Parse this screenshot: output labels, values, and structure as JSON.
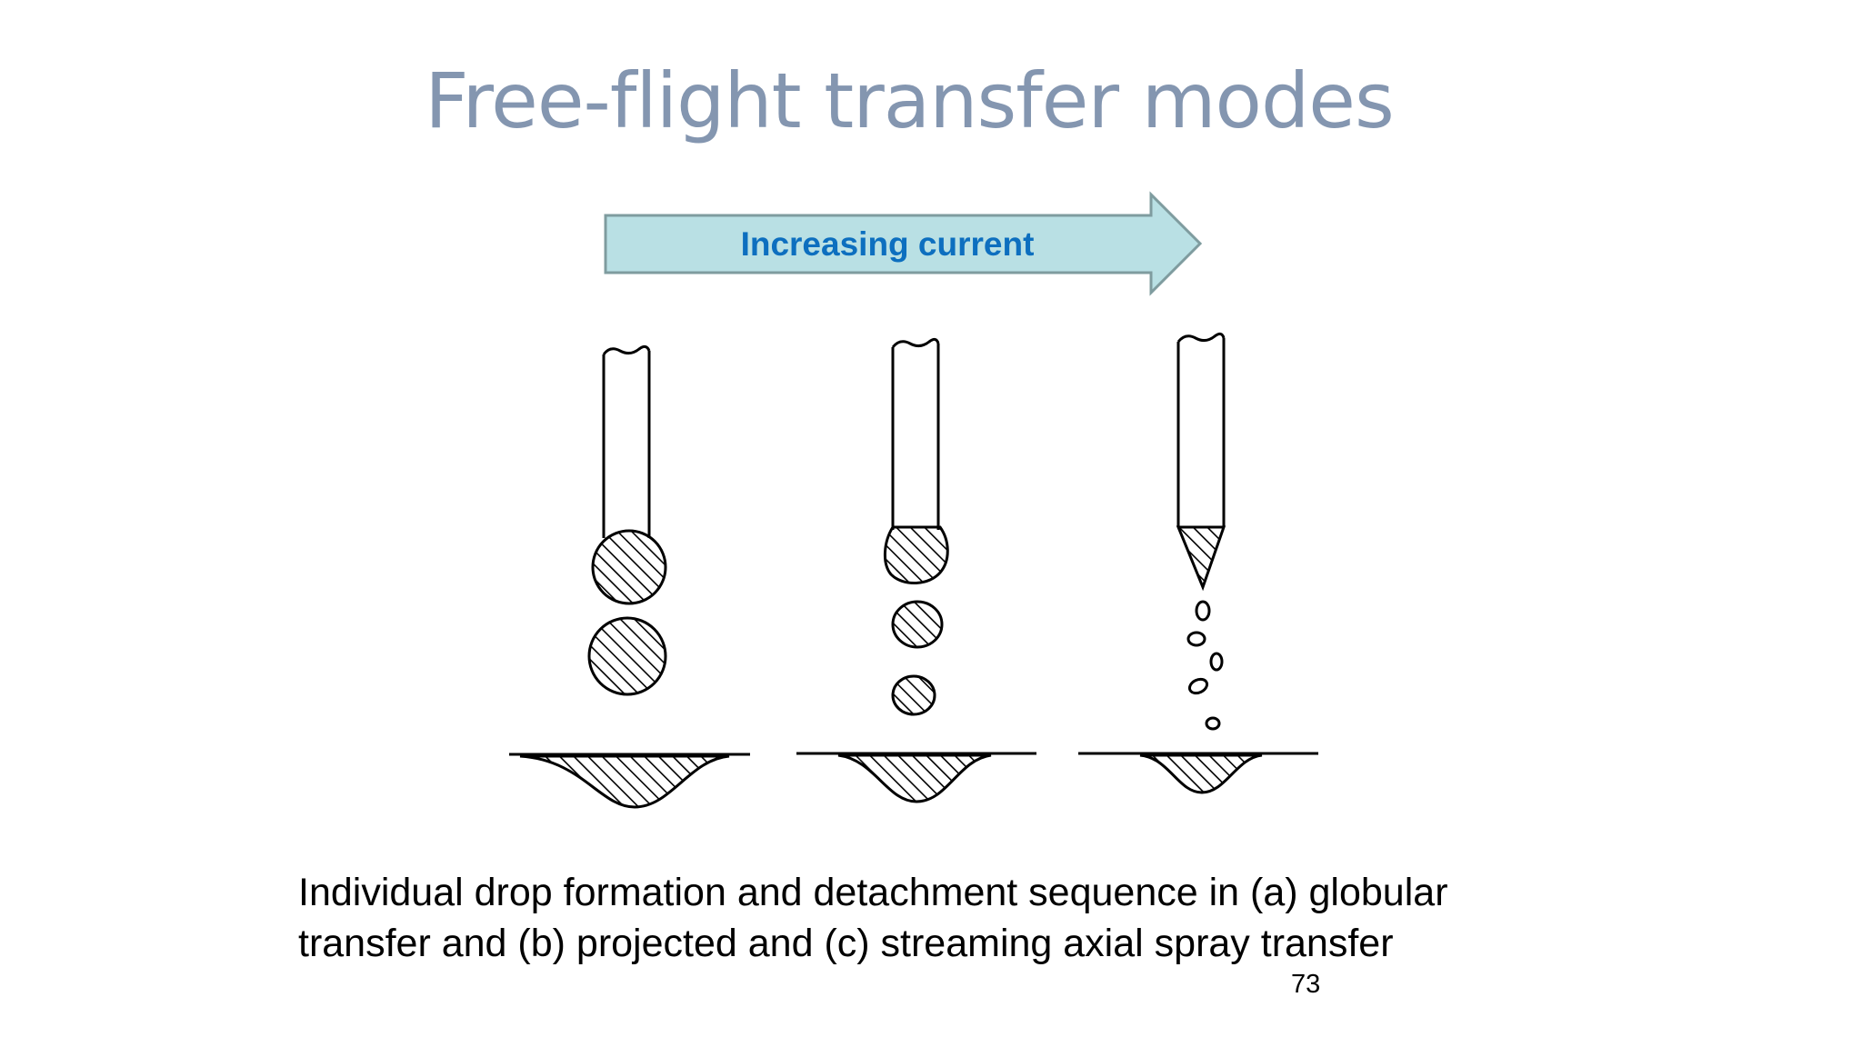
{
  "slide": {
    "title": "Free-flight transfer modes",
    "caption_line_1": "Individual drop formation and detachment sequence in (a) globular",
    "caption_line_2": "transfer and (b) projected and (c) streaming axial spray transfer",
    "page_number": "73"
  },
  "arrow": {
    "label": "Increasing current"
  },
  "colors": {
    "title": "#8496b0",
    "arrow_fill": "#b9e0e4",
    "arrow_stroke": "#7f9c9f",
    "arrow_label": "#0d6fbf",
    "line_art": "#000000"
  }
}
